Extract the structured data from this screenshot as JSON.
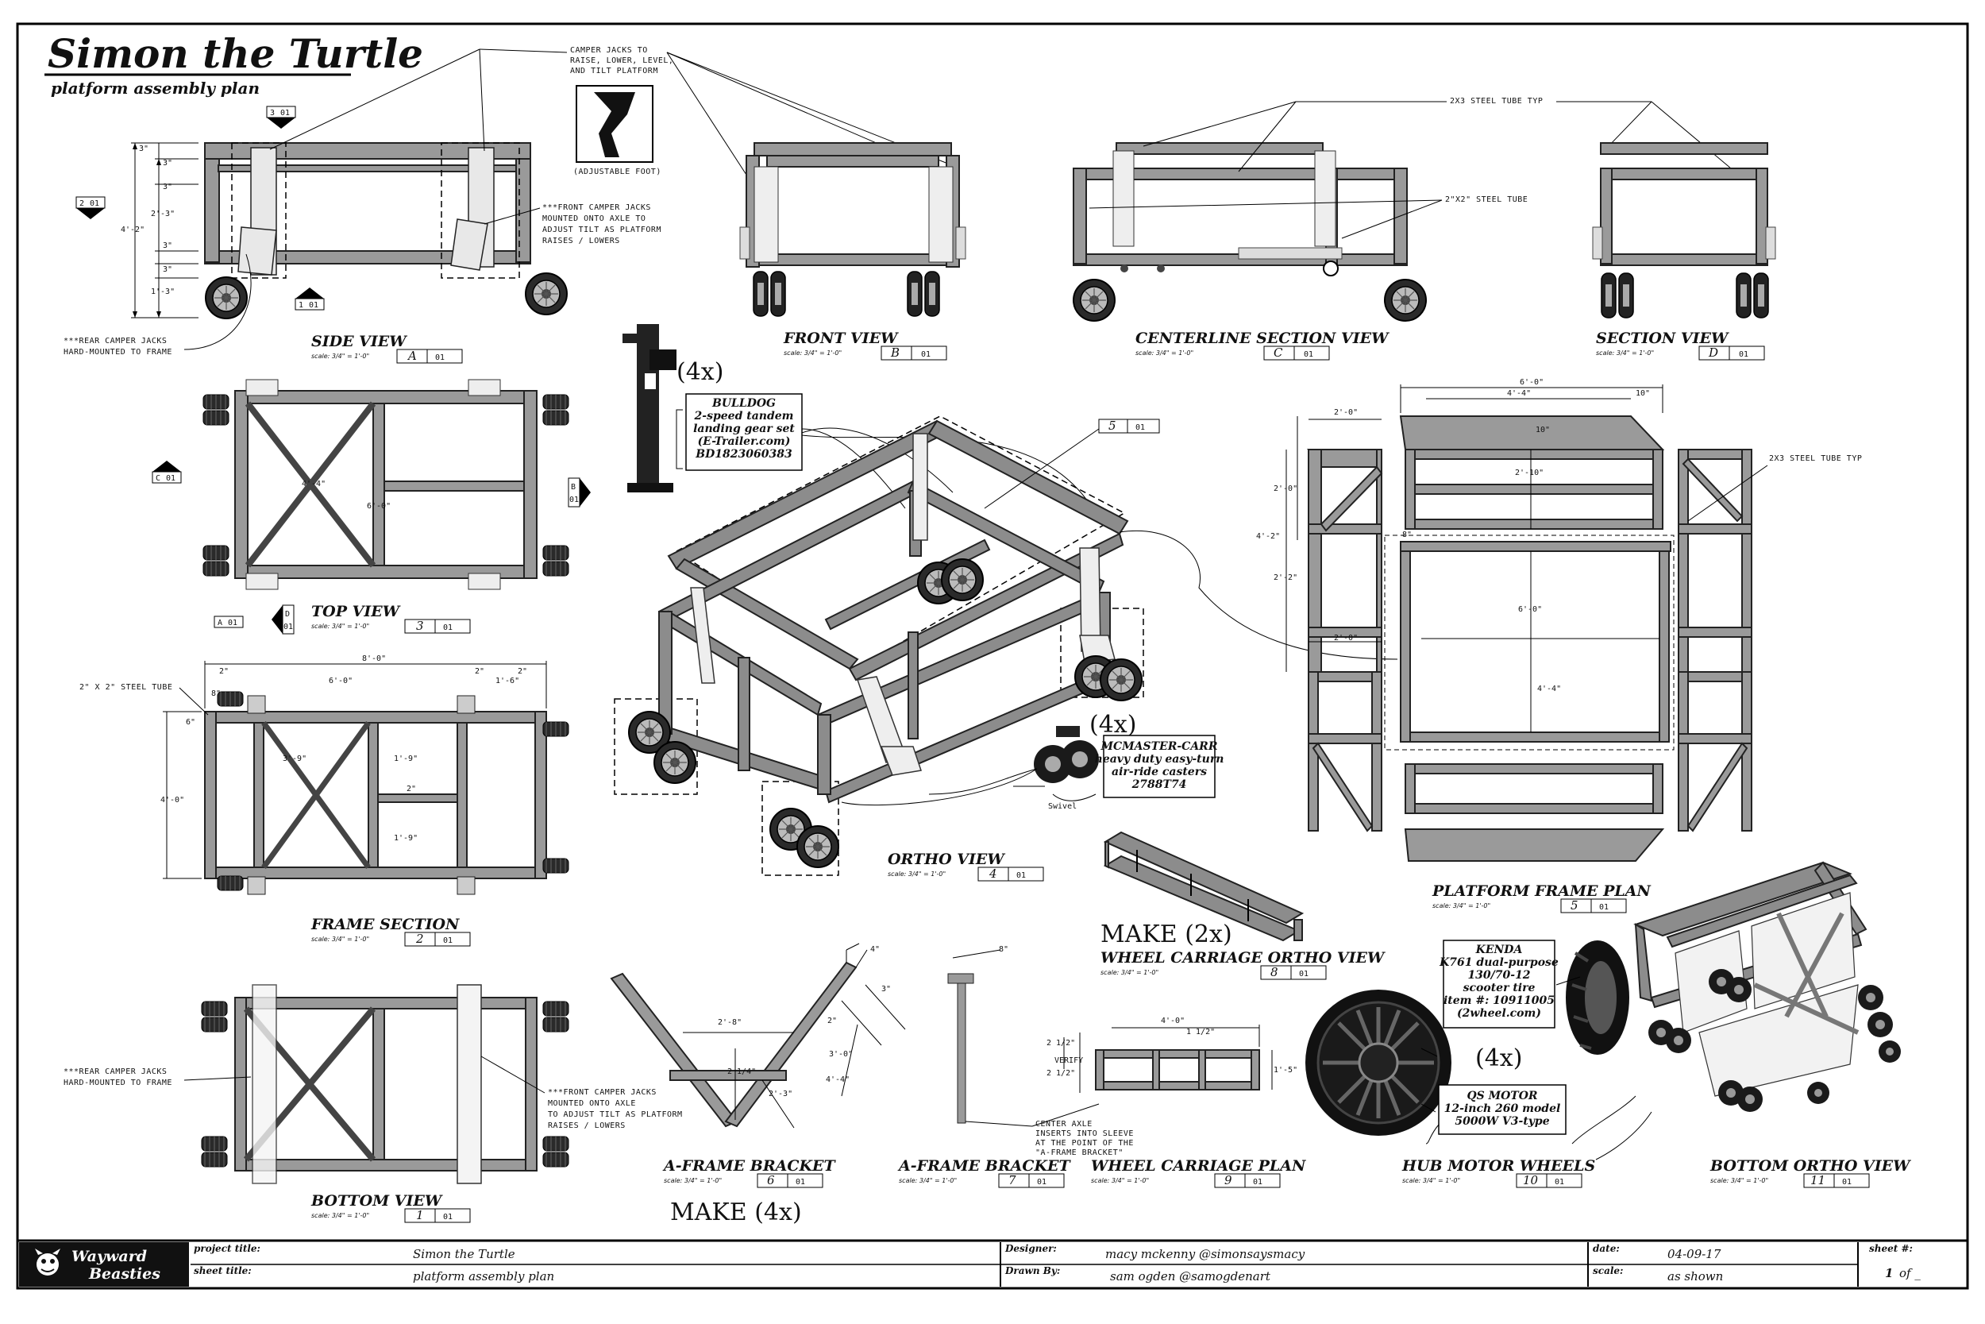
{
  "header": {
    "title": "Simon the Turtle",
    "subtitle": "platform assembly plan"
  },
  "scale_text": "scale: 3/4\" = 1'-0\"",
  "views": {
    "side": {
      "title": "SIDE VIEW",
      "letter": "A",
      "sheet": "01"
    },
    "front": {
      "title": "FRONT VIEW",
      "letter": "B",
      "sheet": "01"
    },
    "center": {
      "title": "CENTERLINE SECTION VIEW",
      "letter": "C",
      "sheet": "01"
    },
    "section": {
      "title": "SECTION VIEW",
      "letter": "D",
      "sheet": "01"
    },
    "top": {
      "title": "TOP VIEW",
      "letter": "3",
      "sheet": "01"
    },
    "frame": {
      "title": "FRAME SECTION",
      "letter": "2",
      "sheet": "01"
    },
    "bottom": {
      "title": "BOTTOM VIEW",
      "letter": "1",
      "sheet": "01"
    },
    "ortho": {
      "title": "ORTHO VIEW",
      "letter": "4",
      "sheet": "01"
    },
    "platform": {
      "title": "PLATFORM FRAME PLAN",
      "letter": "5",
      "sheet": "01"
    },
    "wc_ortho": {
      "title": "WHEEL CARRIAGE ORTHO VIEW",
      "letter": "8",
      "sheet": "01"
    },
    "af1": {
      "title": "A-FRAME BRACKET",
      "letter": "6",
      "sheet": "01"
    },
    "af2": {
      "title": "A-FRAME BRACKET",
      "letter": "7",
      "sheet": "01"
    },
    "wc_plan": {
      "title": "WHEEL CARRIAGE PLAN",
      "letter": "9",
      "sheet": "01"
    },
    "hub": {
      "title": "HUB MOTOR WHEELS",
      "letter": "10",
      "sheet": "01"
    },
    "bot_ortho": {
      "title": "BOTTOM ORTHO VIEW",
      "letter": "11",
      "sheet": "01"
    }
  },
  "callouts": {
    "ortho_ref": {
      "letter": "5",
      "sheet": "01"
    },
    "a1": "3",
    "a1s": "01",
    "a2": "2",
    "a2s": "01",
    "a3": "1",
    "a3s": "01",
    "c1": "C",
    "c1s": "01",
    "b1": "B",
    "b1s": "01",
    "d1": "D",
    "d1s": "01",
    "e1": "A",
    "e1s": "01"
  },
  "notes": {
    "jacks_line1": "CAMPER JACKS TO",
    "jacks_line2": "RAISE, LOWER, LEVEL,",
    "jacks_line3": "AND TILT PLATFORM",
    "adj_foot": "(ADJUSTABLE FOOT)",
    "front_jacks_1": "***FRONT CAMPER JACKS",
    "front_jacks_2": "MOUNTED ONTO AXLE TO",
    "front_jacks_3": "ADJUST TILT AS PLATFORM",
    "front_jacks_4": "RAISES / LOWERS",
    "rear_jacks_1": "***REAR CAMPER JACKS",
    "rear_jacks_2": "HARD-MOUNTED TO FRAME",
    "rear2_1": "***REAR CAMPER JACKS",
    "rear2_2": "HARD-MOUNTED TO FRAME",
    "front2_1": "***FRONT CAMPER JACKS",
    "front2_2": "MOUNTED ONTO AXLE",
    "front2_3": "TO ADJUST TILT AS PLATFORM",
    "front2_4": "RAISES / LOWERS",
    "tube_2x3": "2X3 STEEL TUBE TYP",
    "tube_2x2": "2\"X2\" STEEL TUBE",
    "tube_2x3_b": "2X3 STEEL TUBE TYP",
    "tube_fs": "2\" X 2\" STEEL TUBE",
    "axle_1": "CENTER AXLE",
    "axle_2": "INSERTS INTO SLEEVE",
    "axle_3": "AT THE POINT OF THE",
    "axle_4": "\"A-FRAME BRACKET\"",
    "swivel": "Swivel",
    "verify": "VERIFY"
  },
  "parts": {
    "bulldog": {
      "qty": "(4x)",
      "l1": "BULLDOG",
      "l2": "2-speed tandem",
      "l3": "landing gear set",
      "l4": "(E-Trailer.com)",
      "l5": "BD1823060383"
    },
    "caster": {
      "qty": "(4x)",
      "l1": "MCMASTER-CARR",
      "l2": "heavy duty easy-turn",
      "l3": "air-ride casters",
      "l4": "2788T74"
    },
    "kenda": {
      "l1": "KENDA",
      "l2": "K761 dual-purpose",
      "l3": "130/70-12",
      "l4": "scooter tire",
      "l5": "item #: 10911005",
      "l6": "(2wheel.com)"
    },
    "hub_qty": "(4x)",
    "motor": {
      "l1": "QS MOTOR",
      "l2": "12-inch 260 model",
      "l3": "5000W V3-type"
    }
  },
  "make": {
    "wc": "MAKE (2x)",
    "af": "MAKE (4x)"
  },
  "dims": {
    "d3a": "3\"",
    "d3b": "3\"",
    "d3c": "3\"",
    "d3d": "3\"",
    "d3e": "3\"",
    "d423": "2'-3\"",
    "d422": "4'-2\"",
    "d113": "1'-3\"",
    "top_444": "4'-4\"",
    "top_60": "6'-0\"",
    "fs_80": "8'-0\"",
    "fs_60": "6'-0\"",
    "fs_2a": "2\"",
    "fs_2b": "2\"",
    "fs_2c": "2\"",
    "fs_16": "1'-6\"",
    "fs_8": "8\"",
    "fs_6": "6\"",
    "fs_39": "3'-9\"",
    "fs_40": "4'-0\"",
    "fs_19a": "1'-9\"",
    "fs_19b": "1'-9\"",
    "fs_2d": "2\"",
    "pp_60": "6'-0\"",
    "pp_44": "4'-4\"",
    "pp_10a": "10\"",
    "pp_20a": "2'-0\"",
    "pp_10b": "10\"",
    "pp_210": "2'-10\"",
    "pp_20b": "2'-0\"",
    "pp_42": "4'-2\"",
    "pp_22": "2'-2\"",
    "pp_20c": "2'-0\"",
    "pp_60b": "6'-0\"",
    "pp_44b": "4'-4\"",
    "pp_8": "8\"",
    "af_28": "2'-8\"",
    "af_2": "2\"",
    "af_3": "3\"",
    "af_4": "4\"",
    "af_214": "2 1/4\"",
    "af_23": "2'-3\"",
    "af_310": "3'-0\"",
    "af_44": "4'-4\"",
    "af2_8": "8\"",
    "wc_40": "4'-0\"",
    "wc_112": "1 1/2\"",
    "wc_212a": "2 1/2\"",
    "wc_212b": "2 1/2\"",
    "wc_15": "1'-5\""
  },
  "title_block": {
    "logo_l1": "Wayward",
    "logo_l2": "Beasties",
    "project_label": "project title:",
    "project": "Simon the Turtle",
    "sheet_label": "sheet title:",
    "sheet_title": "platform assembly plan",
    "designer_label": "Designer:",
    "designer": "macy mckenny @simonsaysmacy",
    "drawn_label": "Drawn By:",
    "drawn": "sam ogden @samogdenart",
    "date_label": "date:",
    "date": "04-09-17",
    "scale_label": "scale:",
    "scale": "as shown",
    "sheetno_label": "sheet #:",
    "sheetno": "1",
    "sheetof": "of _"
  }
}
